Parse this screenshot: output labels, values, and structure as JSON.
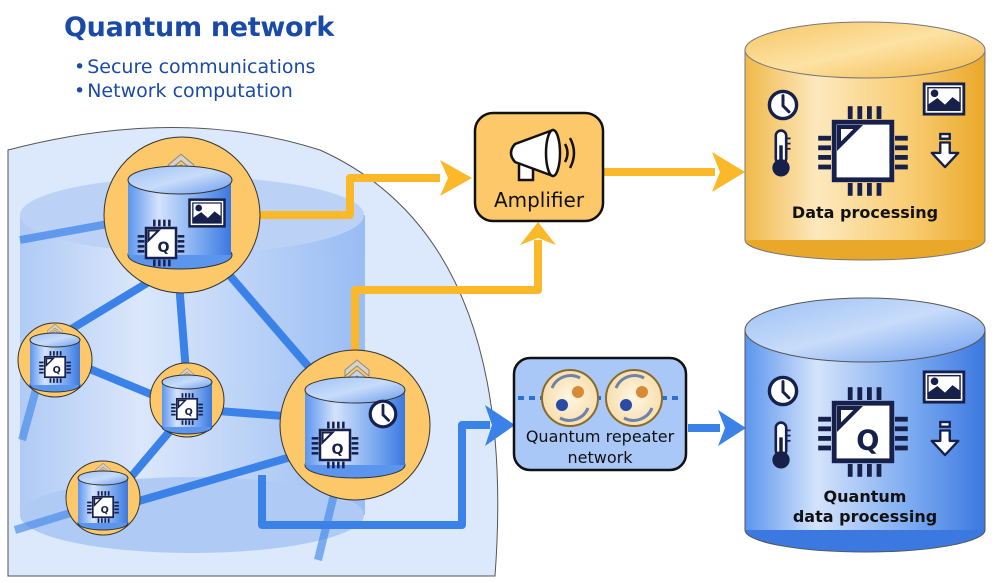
{
  "header": {
    "title": "Quantum network",
    "bullets": [
      "Secure communications",
      "Network computation"
    ]
  },
  "amplifier": {
    "label": "Amplifier",
    "icon": "megaphone-icon"
  },
  "repeater": {
    "label_line1": "Quantum repeater",
    "label_line2": "network",
    "icon": "entangled-qubits-icon"
  },
  "data_processing": {
    "label": "Data processing",
    "icons": [
      "clock-icon",
      "thermometer-icon",
      "chip-icon",
      "image-icon",
      "download-arrow-icon"
    ]
  },
  "quantum_data_processing": {
    "label_line1": "Quantum",
    "label_line2": "data processing",
    "icons": [
      "clock-icon",
      "thermometer-icon",
      "quantum-chip-icon",
      "image-icon",
      "download-arrow-icon"
    ]
  },
  "network": {
    "chip_letter": "Q",
    "nodes": [
      {
        "id": "node-top",
        "extra_icon": "image-icon"
      },
      {
        "id": "node-right",
        "extra_icon": "clock-icon"
      },
      {
        "id": "node-left",
        "extra_icon": ""
      },
      {
        "id": "node-center",
        "extra_icon": ""
      },
      {
        "id": "node-bottom",
        "extra_icon": ""
      }
    ]
  },
  "colors": {
    "title_blue": "#1a4aa8",
    "classical_orange": "#fbb829",
    "node_halo": "#fdc86a",
    "quantum_blue": "#3b82e8",
    "cloud_bg": "#dce8fb",
    "amp_box": "#fdc86a",
    "repeater_box": "#a9c8f7"
  }
}
